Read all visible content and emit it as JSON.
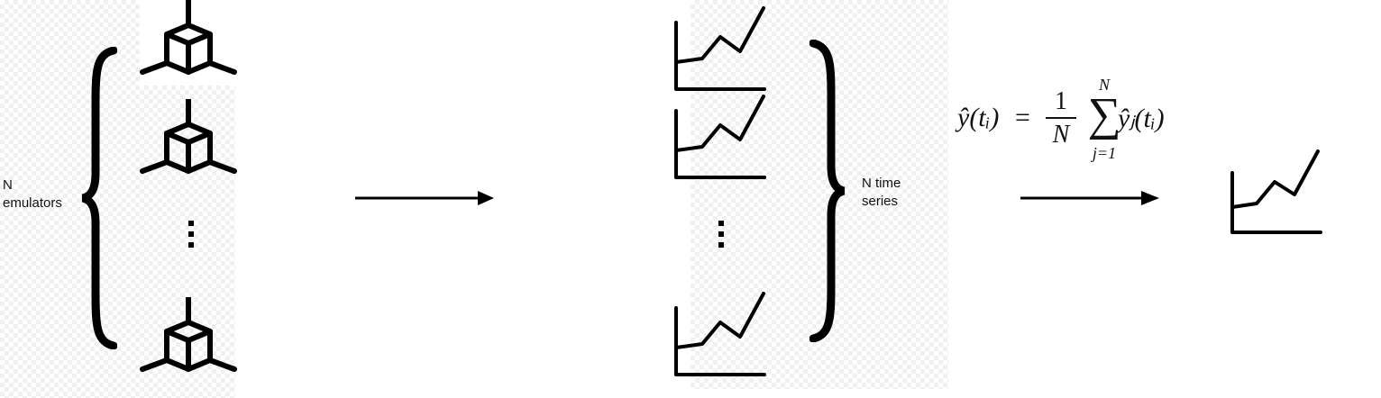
{
  "left_group": {
    "label_line1": "N",
    "label_line2": "emulators",
    "icon": "cube-emulator-icon",
    "ellipsis": "vertical-ellipsis"
  },
  "middle_group": {
    "label_line1": "N time",
    "label_line2": "series",
    "icon": "line-chart-icon",
    "ellipsis": "vertical-ellipsis"
  },
  "formula": {
    "lhs": "ŷ(tᵢ)",
    "equals": "=",
    "numerator": "1",
    "denominator": "N",
    "sum_upper": "N",
    "sum_symbol": "∑",
    "sum_lower": "j=1",
    "rhs": "ŷⱼ(tᵢ)"
  },
  "output": {
    "icon": "line-chart-icon"
  },
  "colors": {
    "ink": "#000000",
    "checker": "#f0f0f0"
  }
}
